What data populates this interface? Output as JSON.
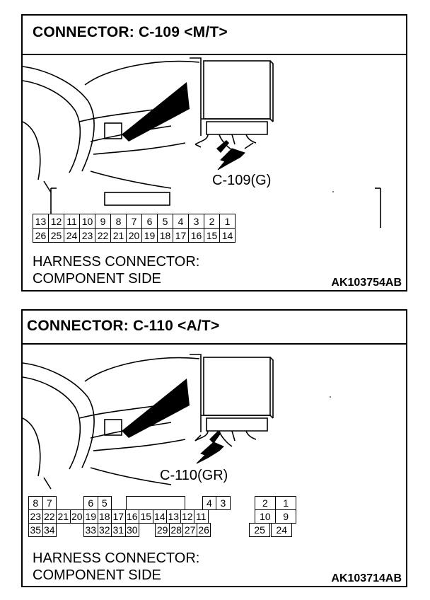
{
  "panels": [
    {
      "title": "CONNECTOR: C-109 <M/T>",
      "callout": "C-109(G)",
      "caption_line1": "HARNESS CONNECTOR:",
      "caption_line2": "COMPONENT SIDE",
      "code": "AK103754AB",
      "rows": [
        [
          "13",
          "12",
          "11",
          "10",
          "9",
          "8",
          "7",
          "6",
          "5",
          "4",
          "3",
          "2",
          "1"
        ],
        [
          "26",
          "25",
          "24",
          "23",
          "22",
          "21",
          "20",
          "19",
          "18",
          "17",
          "16",
          "15",
          "14"
        ]
      ]
    },
    {
      "title": "CONNECTOR: C-110 <A/T>",
      "callout": "C-110(GR)",
      "caption_line1": "HARNESS CONNECTOR:",
      "caption_line2": "COMPONENT SIDE",
      "code": "AK103714AB",
      "rows": [
        [
          "8",
          "7",
          "6",
          "5",
          "4",
          "3",
          "2",
          "1"
        ],
        [
          "23",
          "22",
          "21",
          "20",
          "19",
          "18",
          "17",
          "16",
          "15",
          "14",
          "13",
          "12",
          "11",
          "10",
          "9"
        ],
        [
          "35",
          "34",
          "33",
          "32",
          "31",
          "30",
          "29",
          "28",
          "27",
          "26",
          "25",
          "24"
        ]
      ]
    }
  ]
}
